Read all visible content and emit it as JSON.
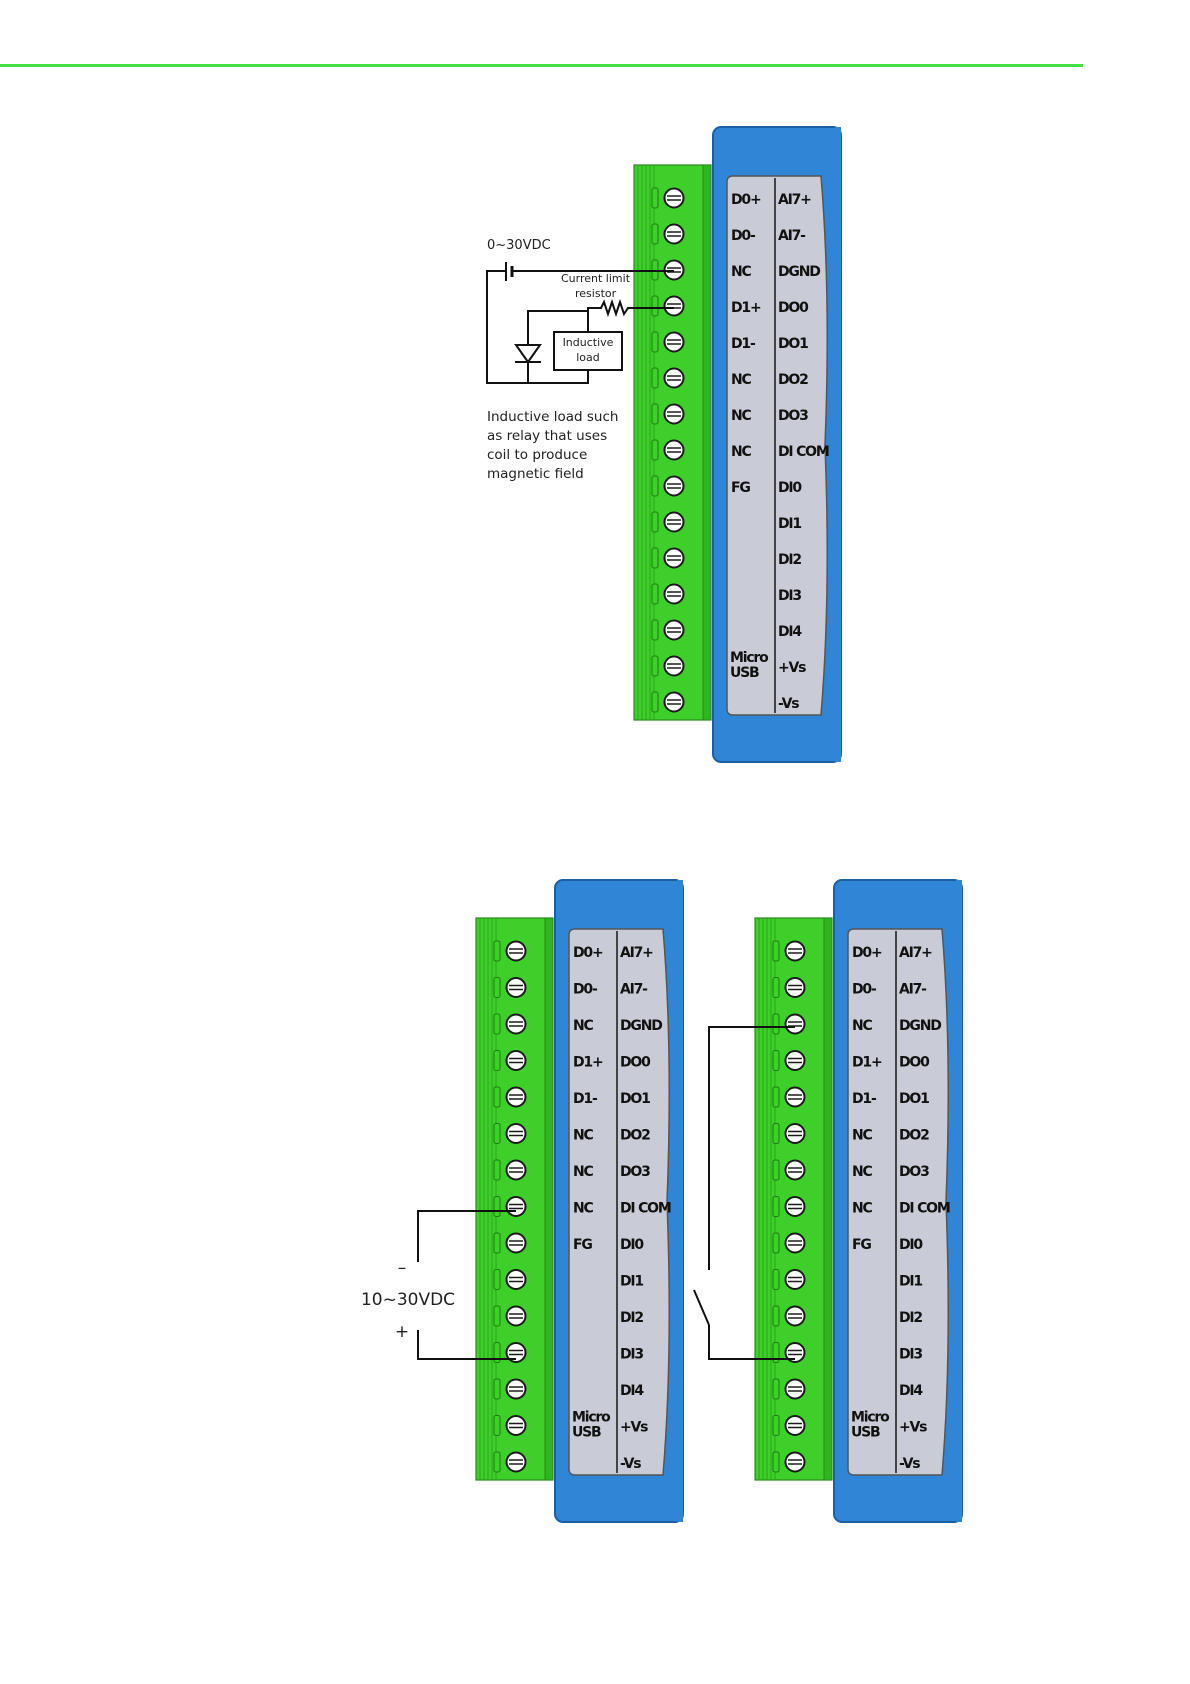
{
  "colors": {
    "accent_rule": "#44e044",
    "terminal_green": "#3ecf2a",
    "module_blue": "#2f86d6",
    "label_panel": "#c9ccd6"
  },
  "module": {
    "left_labels": [
      "D0+",
      "D0-",
      "NC",
      "D1+",
      "D1-",
      "NC",
      "NC",
      "NC",
      "FG",
      "",
      "",
      "",
      "",
      "",
      ""
    ],
    "right_labels": [
      "AI7+",
      "AI7-",
      "DGND",
      "DO0",
      "DO1",
      "DO2",
      "DO3",
      "DI COM",
      "DI0",
      "DI1",
      "DI2",
      "DI3",
      "DI4",
      "+Vs",
      "-Vs"
    ],
    "usb_label_1": "Micro",
    "usb_label_2": "USB"
  },
  "figure1": {
    "supply_label": "0~30VDC",
    "resistor_label_1": "Current limit",
    "resistor_label_2": "resistor",
    "load_label_1": "Inductive",
    "load_label_2": "load",
    "note_lines": [
      "Inductive  load such",
      "as relay that uses",
      "coil to produce",
      "magnetic field"
    ]
  },
  "figure2": {
    "minus_label": "–",
    "supply_label": "10~30VDC",
    "plus_label": "+"
  }
}
